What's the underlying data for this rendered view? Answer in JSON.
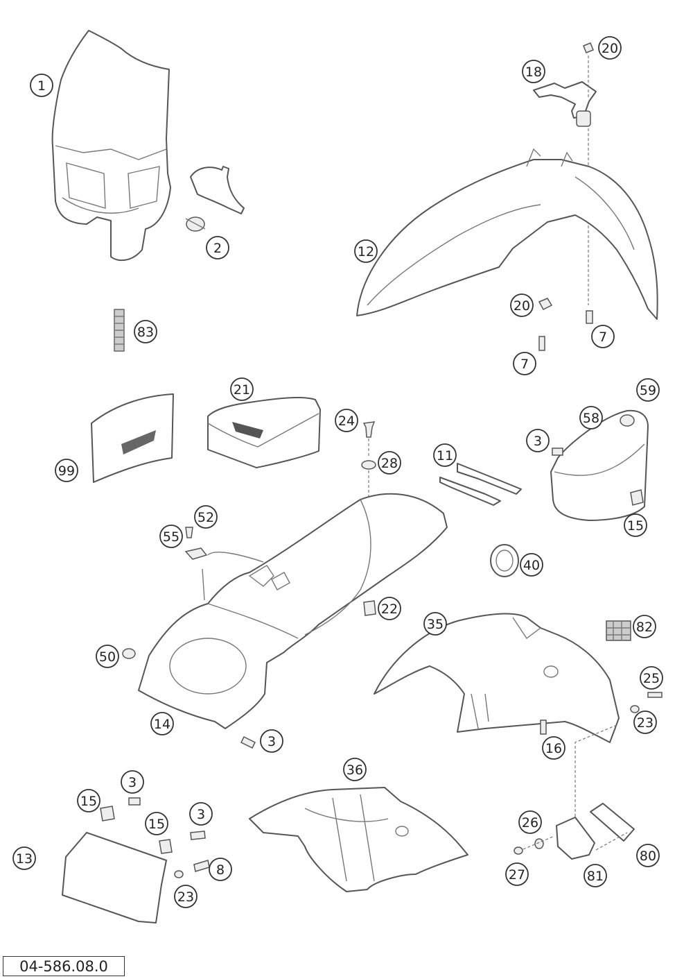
{
  "drawing_code": "04-586.08.0",
  "callouts": [
    {
      "id": "c1",
      "label": "1"
    },
    {
      "id": "c2",
      "label": "2"
    },
    {
      "id": "c12",
      "label": "12"
    },
    {
      "id": "c18",
      "label": "18"
    },
    {
      "id": "c20a",
      "label": "20"
    },
    {
      "id": "c20b",
      "label": "20"
    },
    {
      "id": "c7a",
      "label": "7"
    },
    {
      "id": "c7b",
      "label": "7"
    },
    {
      "id": "c83",
      "label": "83"
    },
    {
      "id": "c21",
      "label": "21"
    },
    {
      "id": "c99",
      "label": "99"
    },
    {
      "id": "c24",
      "label": "24"
    },
    {
      "id": "c28",
      "label": "28"
    },
    {
      "id": "c11",
      "label": "11"
    },
    {
      "id": "c59",
      "label": "59"
    },
    {
      "id": "c58",
      "label": "58"
    },
    {
      "id": "c3a",
      "label": "3"
    },
    {
      "id": "c15a",
      "label": "15"
    },
    {
      "id": "c52",
      "label": "52"
    },
    {
      "id": "c55",
      "label": "55"
    },
    {
      "id": "c40",
      "label": "40"
    },
    {
      "id": "c22",
      "label": "22"
    },
    {
      "id": "c35",
      "label": "35"
    },
    {
      "id": "c82",
      "label": "82"
    },
    {
      "id": "c50",
      "label": "50"
    },
    {
      "id": "c25",
      "label": "25"
    },
    {
      "id": "c23a",
      "label": "23"
    },
    {
      "id": "c14",
      "label": "14"
    },
    {
      "id": "c3b",
      "label": "3"
    },
    {
      "id": "c16",
      "label": "16"
    },
    {
      "id": "c36",
      "label": "36"
    },
    {
      "id": "c3c",
      "label": "3"
    },
    {
      "id": "c15b",
      "label": "15"
    },
    {
      "id": "c3d",
      "label": "3"
    },
    {
      "id": "c15c",
      "label": "15"
    },
    {
      "id": "c26",
      "label": "26"
    },
    {
      "id": "c13",
      "label": "13"
    },
    {
      "id": "c8",
      "label": "8"
    },
    {
      "id": "c80",
      "label": "80"
    },
    {
      "id": "c27",
      "label": "27"
    },
    {
      "id": "c81",
      "label": "81"
    },
    {
      "id": "c23b",
      "label": "23"
    }
  ]
}
